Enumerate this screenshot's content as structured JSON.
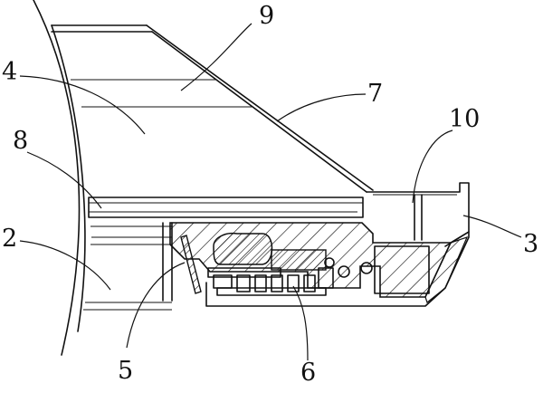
{
  "figure": {
    "labels": {
      "l9": "9",
      "l4": "4",
      "l7": "7",
      "l10": "10",
      "l8": "8",
      "l3": "3",
      "l2": "2",
      "l5": "5",
      "l6": "6"
    }
  }
}
